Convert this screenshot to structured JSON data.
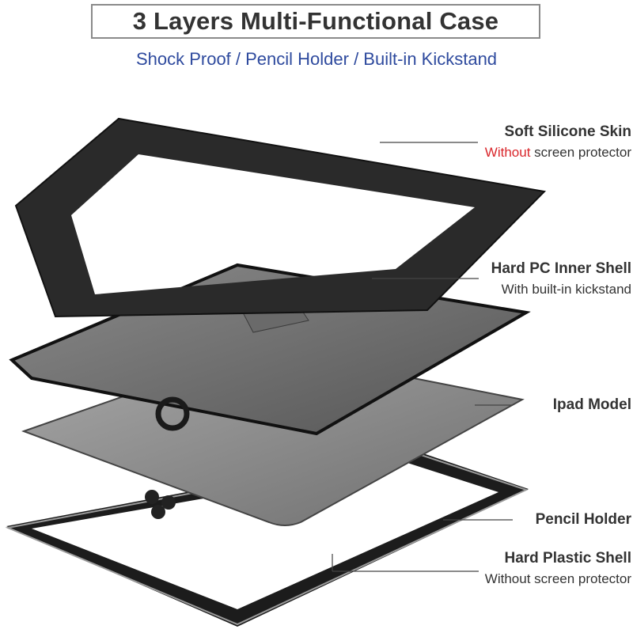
{
  "header": {
    "title": "3 Layers Multi-Functional Case",
    "subtitle": "Shock Proof / Pencil Holder / Built-in Kickstand"
  },
  "labels": {
    "silicone": {
      "title": "Soft Silicone Skin",
      "sub_highlight": "Without",
      "sub_rest": " screen protector"
    },
    "inner_shell": {
      "title": "Hard PC Inner Shell",
      "sub": "With built-in kickstand"
    },
    "ipad": {
      "title": "Ipad Model"
    },
    "pencil": {
      "title": "Pencil Holder"
    },
    "plastic": {
      "title": "Hard Plastic Shell",
      "sub": "Without screen protector"
    }
  },
  "colors": {
    "title_text": "#333333",
    "accent_blue": "#2e4a9e",
    "accent_red": "#d9262b",
    "case_black": "#2a2a2a",
    "ipad_gray": "#8c8c8c"
  }
}
